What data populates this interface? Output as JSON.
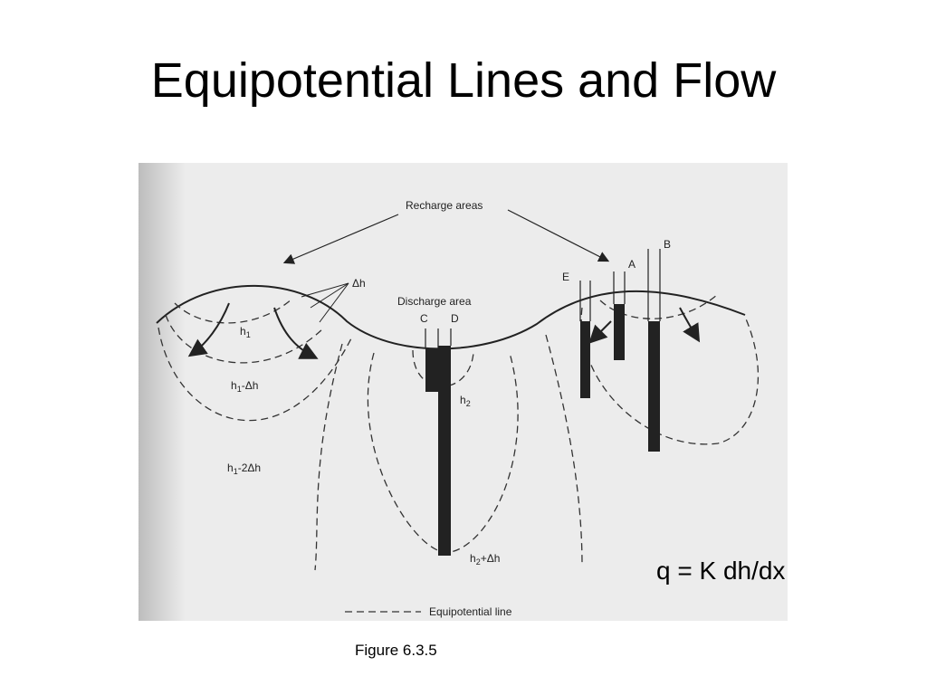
{
  "slide": {
    "title": "Equipotential Lines and Flow",
    "formula": "q = K dh/dx",
    "caption": "Figure 6.3.5"
  },
  "diagram": {
    "recharge_label": "Recharge areas",
    "discharge_label": "Discharge area",
    "delta_h": "Δh",
    "h1": "h",
    "h1_sub": "1",
    "h1_minus_dh": "-Δh",
    "h1_minus_2dh": "-2Δh",
    "h2": "h",
    "h2_sub": "2",
    "h2_plus_dh": "+Δh",
    "well_c": "C",
    "well_d": "D",
    "well_e": "E",
    "well_a": "A",
    "well_b": "B",
    "legend_label": "Equipotential line"
  }
}
